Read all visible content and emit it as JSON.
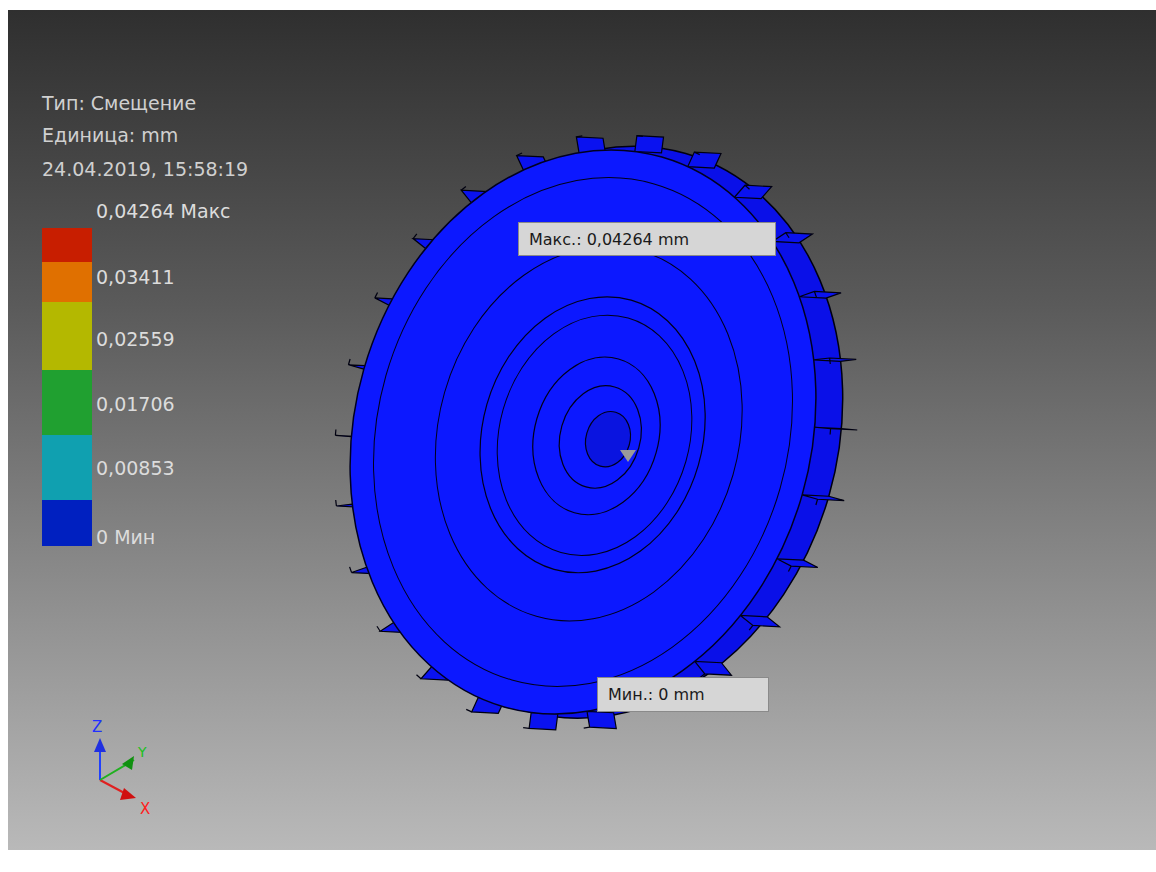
{
  "diagram": {
    "nodes": [
      {
        "text": [
          "Макс.: 0,04264 mm"
        ]
      },
      {
        "text": [
          "Мин.: 0 mm"
        ]
      }
    ],
    "edges": [],
    "labels": [
      "Тип: Смещение",
      "Единица: mm",
      "24.04.2019, 15:58:19",
      "Z",
      "Y",
      "X"
    ],
    "legend": [
      {
        "text": "0,04264 Макс",
        "color": "#c81e00"
      },
      {
        "text": "0,03411",
        "color": "#e07000"
      },
      {
        "text": "0,02559",
        "color": "#b4b800"
      },
      {
        "text": "0,01706",
        "color": "#20a030"
      },
      {
        "text": "0,00853",
        "color": "#10a0b0"
      },
      {
        "text": "0 Мин",
        "color": "#0020c0"
      }
    ]
  }
}
